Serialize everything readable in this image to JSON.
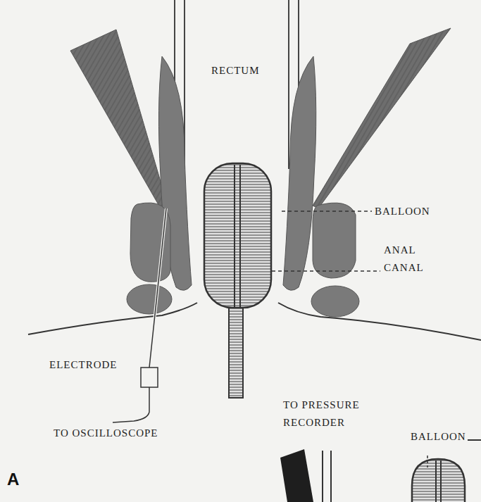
{
  "diagram": {
    "labels": [
      "RECTUM",
      "BALLOON",
      "ANAL CANAL",
      "ELECTRODE",
      "TO OSCILLOSCOPE",
      "TO PRESSURE RECORDER",
      "BALLOON",
      "A"
    ]
  }
}
